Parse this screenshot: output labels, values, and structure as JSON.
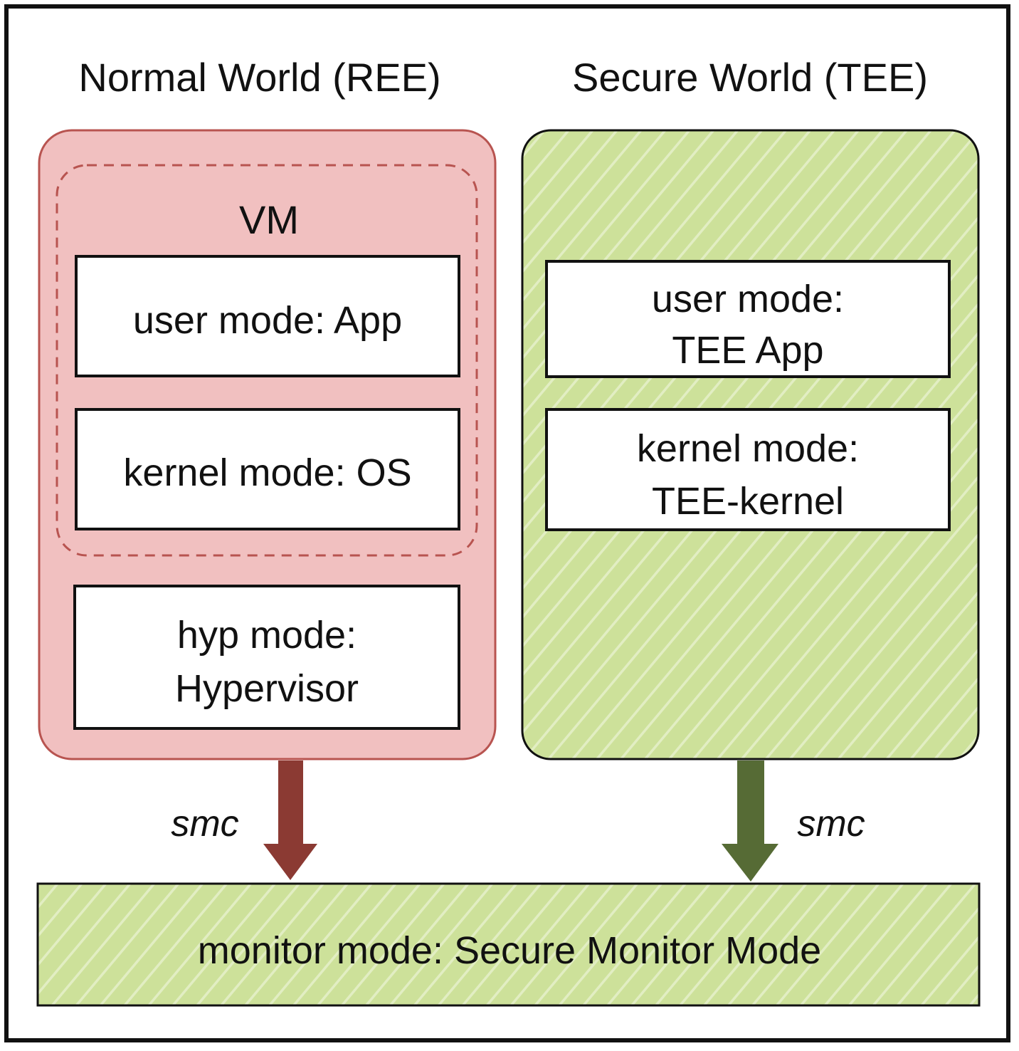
{
  "normal_world": {
    "title": "Normal World (REE)",
    "vm_label": "VM",
    "user_mode": "user mode: App",
    "kernel_mode": "kernel mode: OS",
    "hyp_mode_line1": "hyp mode:",
    "hyp_mode_line2": "Hypervisor",
    "smc_label": "smc"
  },
  "secure_world": {
    "title": "Secure World (TEE)",
    "user_mode_line1": "user mode:",
    "user_mode_line2": "TEE App",
    "kernel_mode_line1": "kernel mode:",
    "kernel_mode_line2": "TEE-kernel",
    "smc_label": "smc"
  },
  "monitor": {
    "label": "monitor mode: Secure Monitor Mode"
  },
  "colors": {
    "normal_fill": "#f1c0c0",
    "normal_border": "#b85450",
    "secure_fill": "#cde19a",
    "secure_hatch": "#e2eec3",
    "secure_border": "#111111",
    "normal_arrow": "#8b3a33",
    "secure_arrow": "#566b35"
  }
}
